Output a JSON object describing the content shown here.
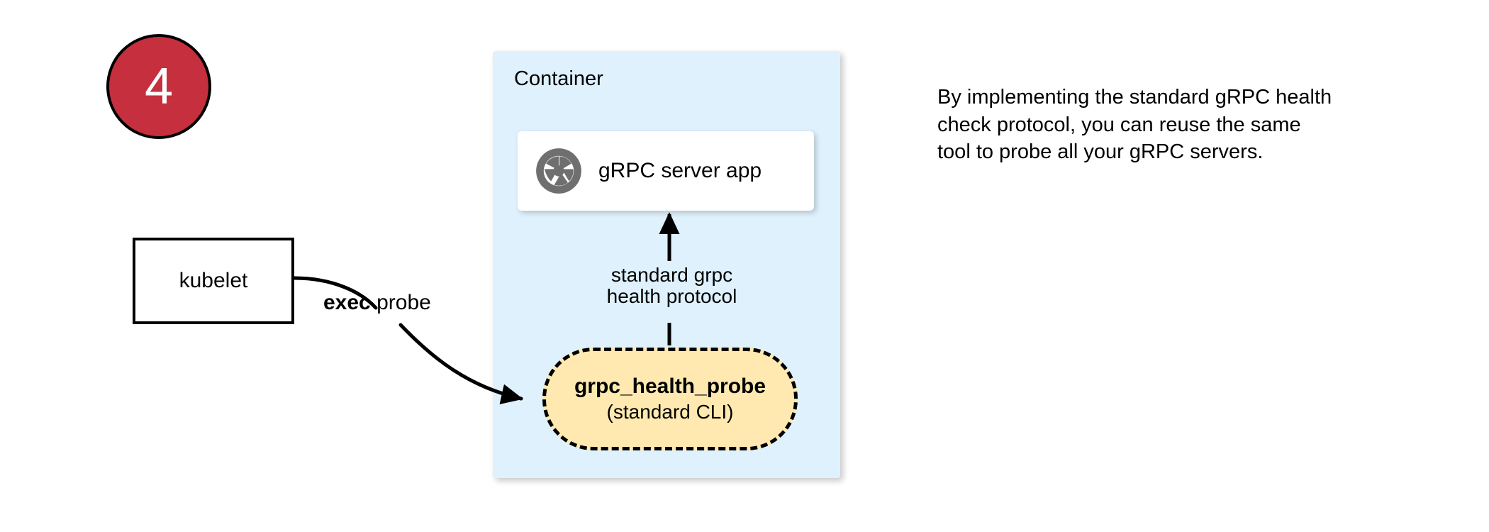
{
  "diagram": {
    "step_badge": {
      "number": "4",
      "fill": "#c62f3d",
      "text_color": "#ffffff"
    },
    "container": {
      "title": "Container",
      "fill": "#dff1fc"
    },
    "server_card": {
      "label": "gRPC server app",
      "icon": "aperture-icon",
      "icon_color": "#6f6f6f",
      "fill": "#ffffff"
    },
    "probe": {
      "title": "grpc_health_probe",
      "subtitle": "(standard CLI)",
      "fill": "#ffe9b0",
      "border_style": "dashed"
    },
    "kubelet": {
      "label": "kubelet",
      "fill": "#ffffff"
    },
    "edges": {
      "exec_probe": {
        "bold_text": "exec",
        "rest_text": " probe"
      },
      "health_protocol": {
        "line1": "standard grpc",
        "line2": "health protocol"
      }
    },
    "caption": {
      "text": "By implementing the standard gRPC health check protocol, you can reuse the same tool to probe all your gRPC servers."
    }
  }
}
